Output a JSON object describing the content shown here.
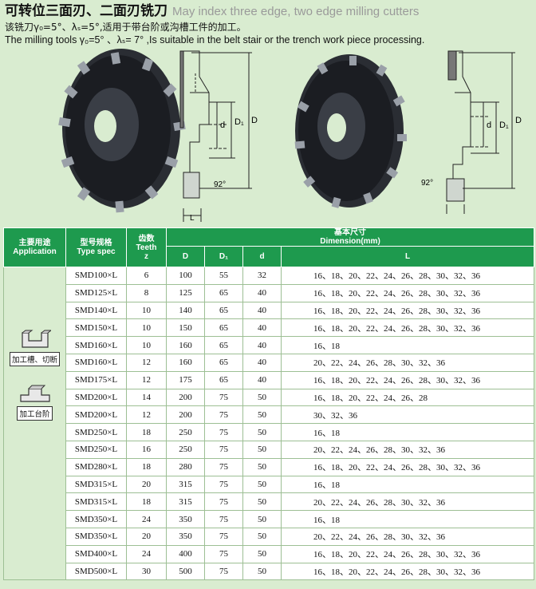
{
  "header": {
    "title_cn": "可转位三面刃、二面刃铣刀",
    "title_en": "May index three edge, two edge milling cutters",
    "desc_cn": "该铣刀γ₀=5°、λₛ=5°,适用于带台阶或沟槽工件的加工。",
    "desc_en": "The milling tools γ₀=5° 、λₛ= 7° ,Is suitable in the belt stair or the trench work piece processing."
  },
  "figures": {
    "label_D": "D",
    "label_D1": "D₁",
    "label_d": "d",
    "label_L": "L",
    "angle": "92°"
  },
  "table": {
    "headers": {
      "app_cn": "主要用途",
      "app_en": "Application",
      "spec_cn": "型号规格",
      "spec_en": "Type spec",
      "teeth_cn": "齿数",
      "teeth_en": "Teeth",
      "teeth_z": "z",
      "dim_cn": "基本尺寸",
      "dim_en": "Dimension(mm)",
      "D": "D",
      "D1": "D₁",
      "d": "d",
      "L": "L"
    },
    "app_labels": [
      "加工槽、切断",
      "加工台阶"
    ],
    "rows": [
      {
        "spec": "SMD100×L",
        "z": "6",
        "D": "100",
        "D1": "55",
        "d": "32",
        "L": "16、18、20、22、24、26、28、30、32、36"
      },
      {
        "spec": "SMD125×L",
        "z": "8",
        "D": "125",
        "D1": "65",
        "d": "40",
        "L": "16、18、20、22、24、26、28、30、32、36"
      },
      {
        "spec": "SMD140×L",
        "z": "10",
        "D": "140",
        "D1": "65",
        "d": "40",
        "L": "16、18、20、22、24、26、28、30、32、36"
      },
      {
        "spec": "SMD150×L",
        "z": "10",
        "D": "150",
        "D1": "65",
        "d": "40",
        "L": "16、18、20、22、24、26、28、30、32、36"
      },
      {
        "spec": "SMD160×L",
        "z": "10",
        "D": "160",
        "D1": "65",
        "d": "40",
        "L": "16、18"
      },
      {
        "spec": "SMD160×L",
        "z": "12",
        "D": "160",
        "D1": "65",
        "d": "40",
        "L": "20、22、24、26、28、30、32、36"
      },
      {
        "spec": "SMD175×L",
        "z": "12",
        "D": "175",
        "D1": "65",
        "d": "40",
        "L": "16、18、20、22、24、26、28、30、32、36"
      },
      {
        "spec": "SMD200×L",
        "z": "14",
        "D": "200",
        "D1": "75",
        "d": "50",
        "L": "16、18、20、22、24、26、28"
      },
      {
        "spec": "SMD200×L",
        "z": "12",
        "D": "200",
        "D1": "75",
        "d": "50",
        "L": "30、32、36"
      },
      {
        "spec": "SMD250×L",
        "z": "18",
        "D": "250",
        "D1": "75",
        "d": "50",
        "L": "16、18"
      },
      {
        "spec": "SMD250×L",
        "z": "16",
        "D": "250",
        "D1": "75",
        "d": "50",
        "L": "20、22、24、26、28、30、32、36"
      },
      {
        "spec": "SMD280×L",
        "z": "18",
        "D": "280",
        "D1": "75",
        "d": "50",
        "L": "16、18、20、22、24、26、28、30、32、36"
      },
      {
        "spec": "SMD315×L",
        "z": "20",
        "D": "315",
        "D1": "75",
        "d": "50",
        "L": "16、18"
      },
      {
        "spec": "SMD315×L",
        "z": "18",
        "D": "315",
        "D1": "75",
        "d": "50",
        "L": "20、22、24、26、28、30、32、36"
      },
      {
        "spec": "SMD350×L",
        "z": "24",
        "D": "350",
        "D1": "75",
        "d": "50",
        "L": "16、18"
      },
      {
        "spec": "SMD350×L",
        "z": "20",
        "D": "350",
        "D1": "75",
        "d": "50",
        "L": "20、22、24、26、28、30、32、36"
      },
      {
        "spec": "SMD400×L",
        "z": "24",
        "D": "400",
        "D1": "75",
        "d": "50",
        "L": "16、18、20、22、24、26、28、30、32、36"
      },
      {
        "spec": "SMD500×L",
        "z": "30",
        "D": "500",
        "D1": "75",
        "d": "50",
        "L": "16、18、20、22、24、26、28、30、32、36"
      }
    ]
  }
}
